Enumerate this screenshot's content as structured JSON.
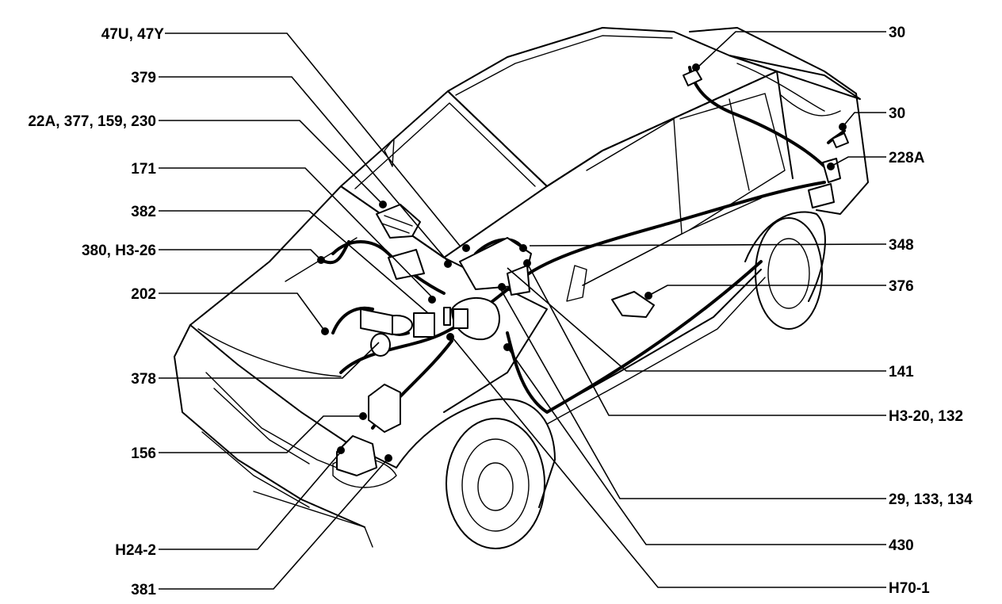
{
  "callouts_left": [
    {
      "id": "c-47u",
      "text": "47U, 47Y"
    },
    {
      "id": "c-379",
      "text": "379"
    },
    {
      "id": "c-22a",
      "text": "22A, 377, 159, 230"
    },
    {
      "id": "c-171",
      "text": "171"
    },
    {
      "id": "c-382",
      "text": "382"
    },
    {
      "id": "c-380",
      "text": "380, H3-26"
    },
    {
      "id": "c-202",
      "text": "202"
    },
    {
      "id": "c-378",
      "text": "378"
    },
    {
      "id": "c-156",
      "text": "156"
    },
    {
      "id": "c-h24",
      "text": "H24-2"
    },
    {
      "id": "c-381",
      "text": "381"
    }
  ],
  "callouts_right": [
    {
      "id": "c-30a",
      "text": "30"
    },
    {
      "id": "c-30b",
      "text": "30"
    },
    {
      "id": "c-228a",
      "text": "228A"
    },
    {
      "id": "c-348",
      "text": "348"
    },
    {
      "id": "c-376",
      "text": "376"
    },
    {
      "id": "c-141",
      "text": "141"
    },
    {
      "id": "c-h320",
      "text": "H3-20, 132"
    },
    {
      "id": "c-29",
      "text": "29, 133, 134"
    },
    {
      "id": "c-430",
      "text": "430"
    },
    {
      "id": "c-h70",
      "text": "H70-1"
    }
  ]
}
